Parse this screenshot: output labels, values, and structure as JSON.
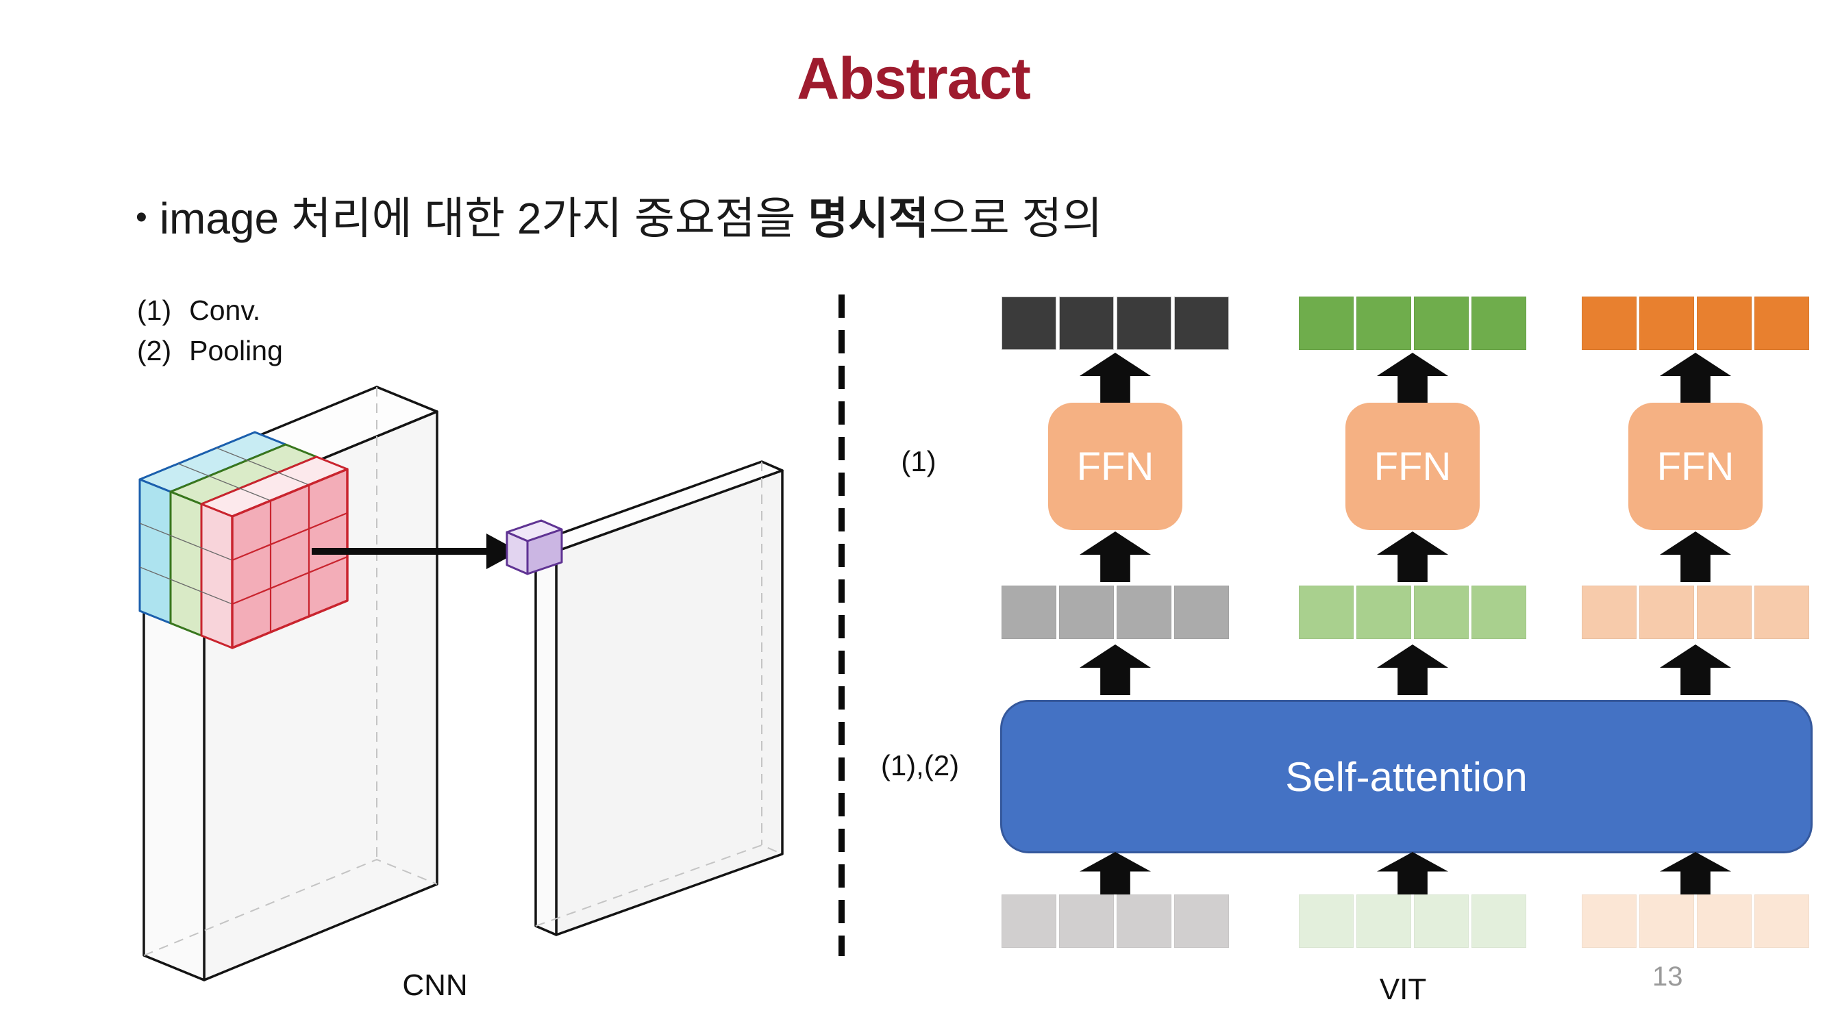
{
  "slide": {
    "title": "Abstract",
    "page_number": "13",
    "bullet": {
      "marker": "•",
      "normal1": "image 처리에 대한 2가지 중요점을 ",
      "bold": "명시적",
      "normal2": "으로 정의"
    },
    "cnn": {
      "list_items": [
        {
          "num": "(1)",
          "label": "Conv."
        },
        {
          "num": "(2)",
          "label": "Pooling"
        }
      ],
      "caption": "CNN"
    },
    "vit": {
      "caption": "VIT",
      "ffn_label": "FFN",
      "self_attention_label": "Self-attention",
      "row_label_ffn": "(1)",
      "row_label_attention": "(1),(2)"
    },
    "colors": {
      "title": "#9E1B2E",
      "ffn_fill": "#F5B183",
      "self_attention_fill": "#4472C4",
      "self_attention_border": "#35589C",
      "tokens_top": [
        "#3B3B3B",
        "#6FAD4C",
        "#E8802F"
      ],
      "tokens_mid": [
        "#ABABAB",
        "#A9D08E",
        "#F7CBAB"
      ],
      "tokens_bottom": [
        "#D1CFCF",
        "#E3EFDC",
        "#FBE6D5"
      ],
      "conv_cube": {
        "blue_fill": "#ADE3EF",
        "blue_stroke": "#1B5FAD",
        "green_fill": "#D9EAC6",
        "green_stroke": "#38761D",
        "red_fill": "#F3ADB8",
        "red_stroke": "#C9242E"
      },
      "output_cube_fill": "#CBB6E3",
      "output_cube_stroke": "#5F3393"
    }
  }
}
